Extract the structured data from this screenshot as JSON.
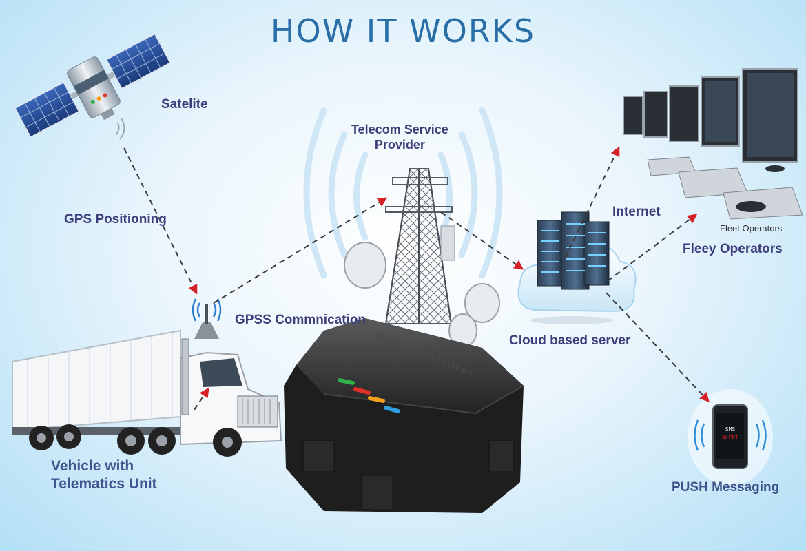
{
  "diagram": {
    "title": "HOW IT WORKS",
    "labels": {
      "satellite": "Satelite",
      "gps_positioning": "GPS Positioning",
      "telecom_line1": "Telecom Service",
      "telecom_line2": "Provider",
      "gpss_communication": "GPSS Commnication",
      "internet": "Internet",
      "fleet_operators_small": "Fleet Operators",
      "fleet_operators": "Fleey Operators",
      "cloud_server": "Cloud based server",
      "vehicle_line1": "Vehicle with",
      "vehicle_line2": "Telematics Unit",
      "push_messaging": "PUSH Messaging"
    },
    "device_brand": "Pragathi Solutions",
    "phone_screen_line1": "SMS",
    "phone_screen_line2": "ALERT"
  },
  "colors": {
    "title": "#2a6ea7",
    "label": "#3d3d7a",
    "arrowhead": "#d42027",
    "dashed_line": "#3a3a3a",
    "led_green": "#2fb14a",
    "led_red": "#e0302a",
    "led_orange": "#f3a01d",
    "led_blue": "#2f9fe0"
  },
  "icons": [
    "satellite-icon",
    "antenna-icon",
    "truck-icon",
    "telecom-tower-icon",
    "tracker-device-icon",
    "cloud-server-icon",
    "computer-monitors-icon",
    "smartphone-icon"
  ]
}
